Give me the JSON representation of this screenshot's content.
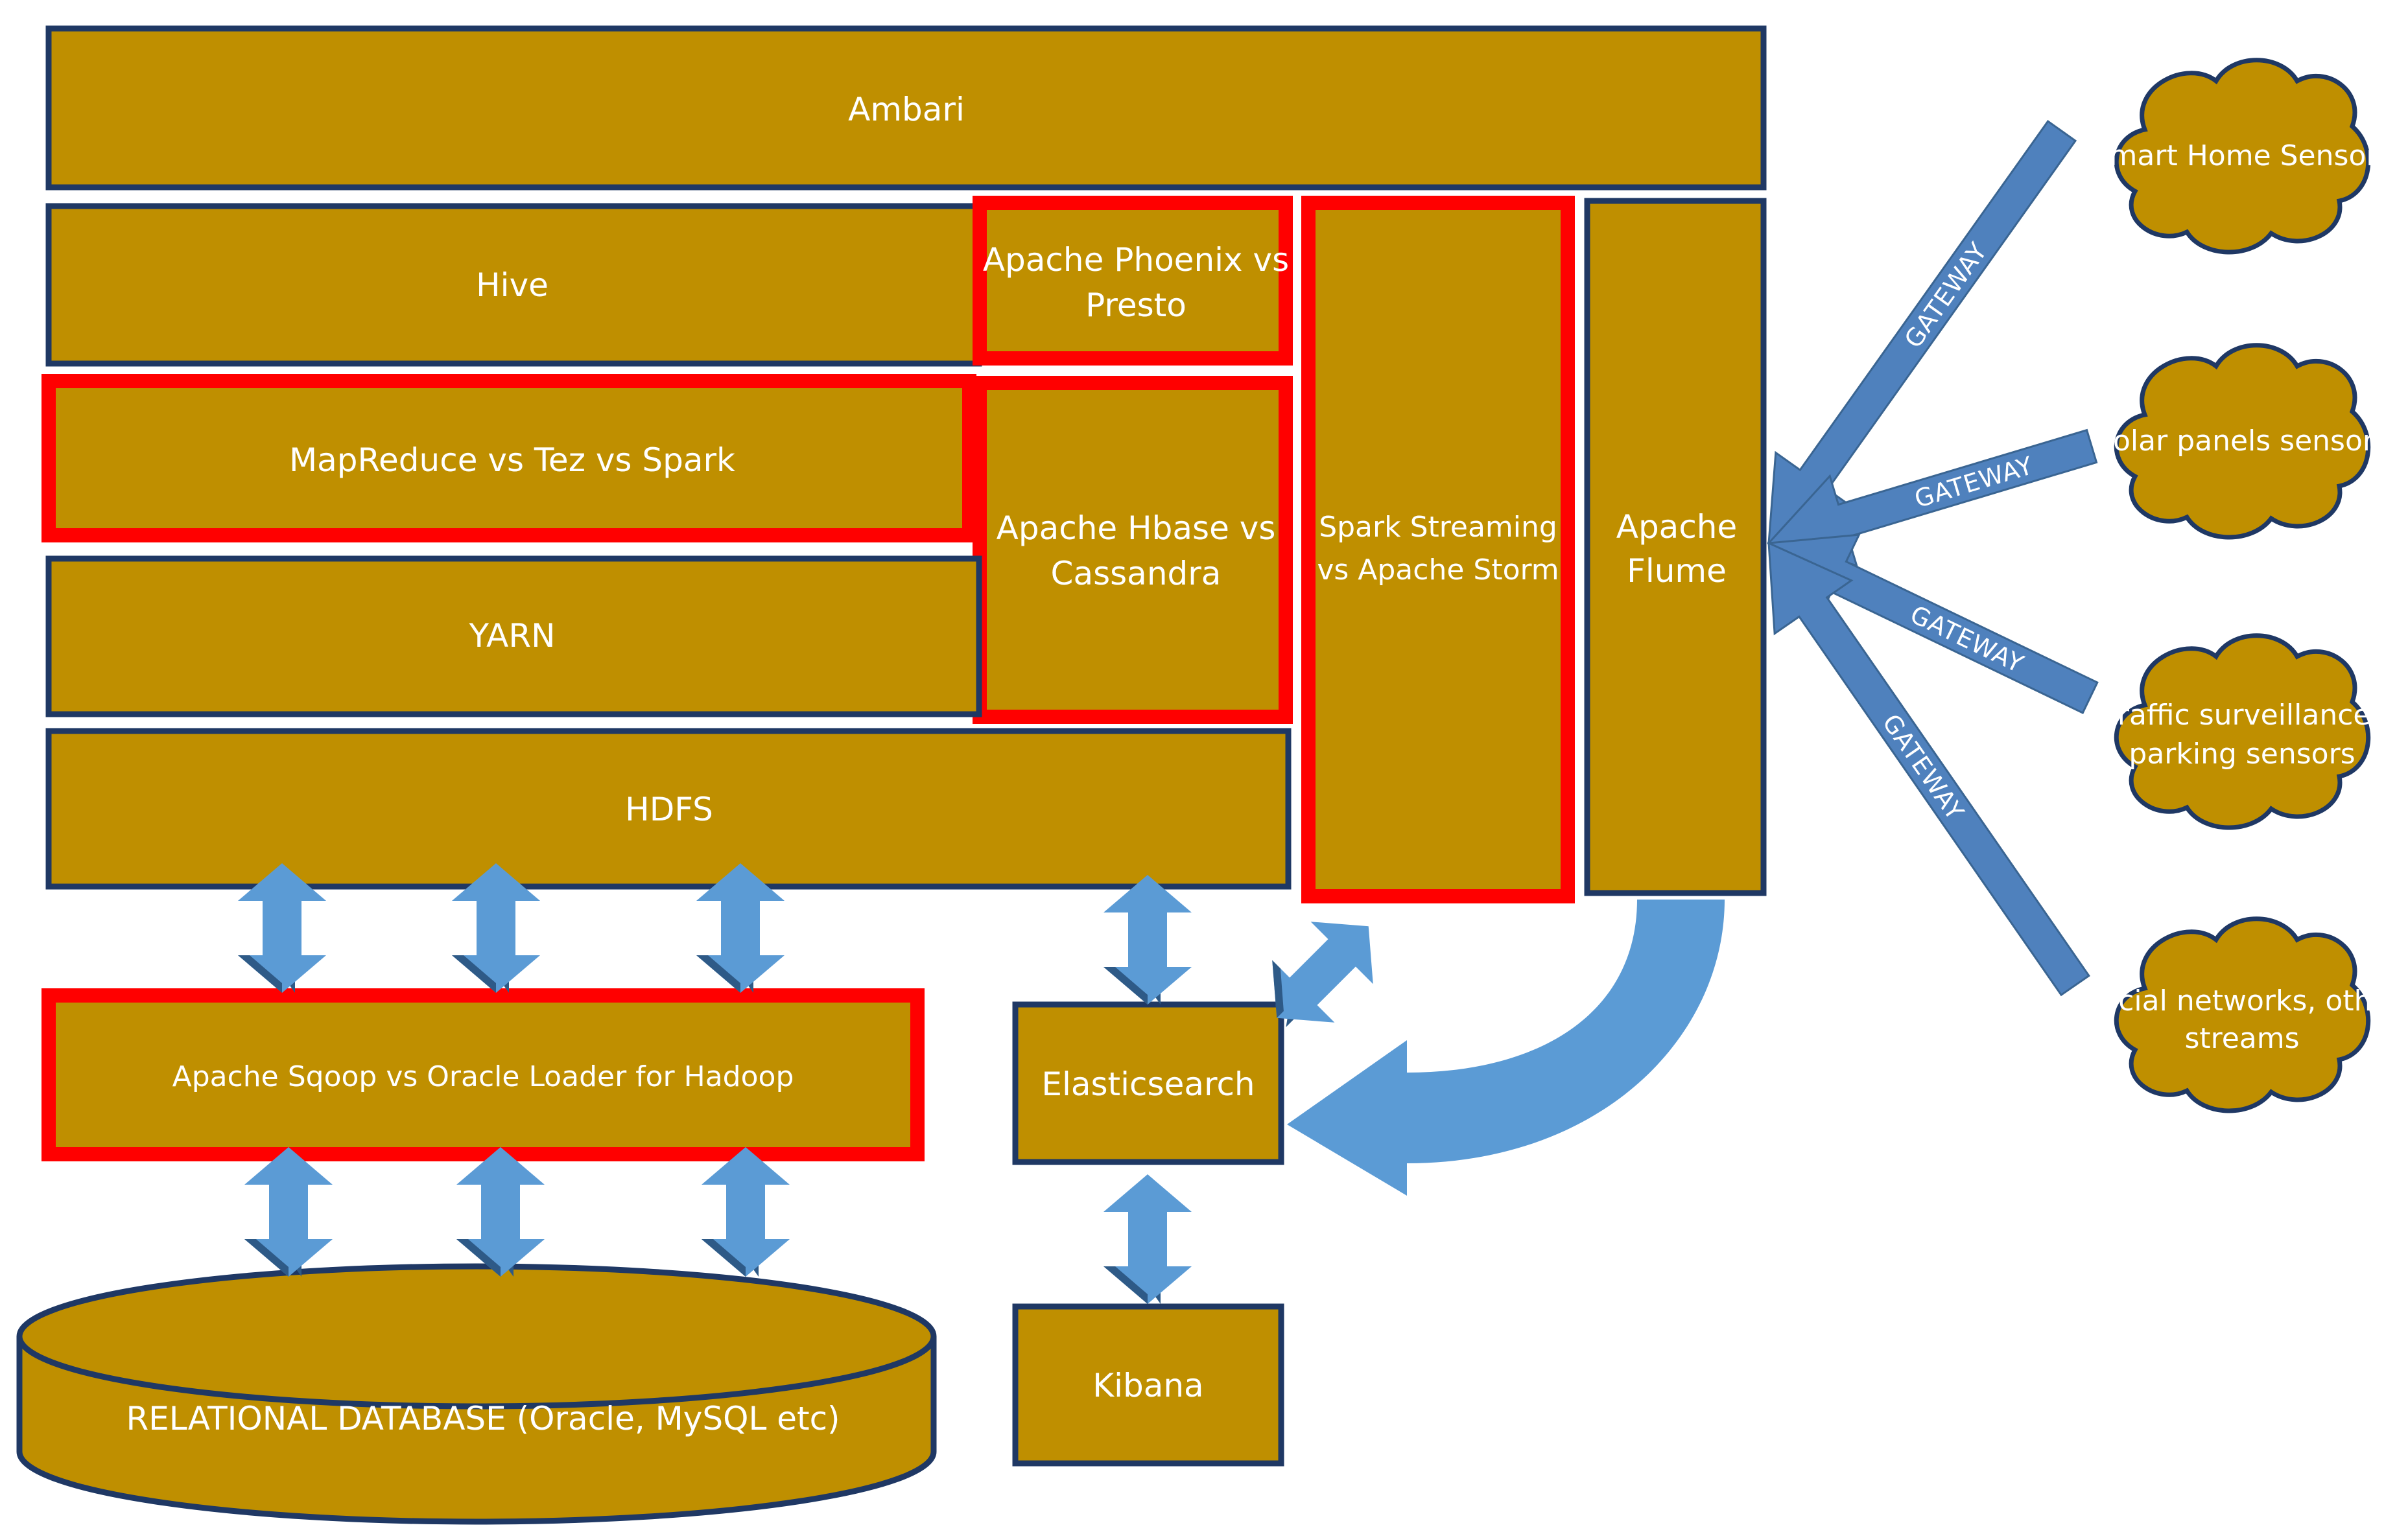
{
  "components": {
    "ambari": "Ambari",
    "hive": "Hive",
    "phoenix_presto": [
      "Apache Phoenix vs",
      "Presto"
    ],
    "mapreduce_tez_spark": "MapReduce vs Tez vs Spark",
    "hbase_cassandra": [
      "Apache Hbase vs",
      "Cassandra"
    ],
    "yarn": "YARN",
    "hdfs": "HDFS",
    "spark_storm": [
      "Spark Streaming",
      "vs Apache Storm"
    ],
    "flume": [
      "Apache",
      "Flume"
    ],
    "sqoop_oracle_loader": "Apache Sqoop vs Oracle Loader for Hadoop",
    "elasticsearch": "Elasticsearch",
    "kibana": "Kibana",
    "relational_db": "RELATIONAL DATABASE (Oracle, MySQL etc)"
  },
  "sources": {
    "smart_home": [
      "Smart Home Sensors"
    ],
    "solar": [
      "Solar panels sensors"
    ],
    "traffic": [
      "Traffic surveillance,",
      "parking sensors"
    ],
    "social": [
      "Social networks, other",
      "streams"
    ]
  },
  "gateway_label": "GATEWAY",
  "colors": {
    "component_fill": "#bf8f00",
    "component_border": "#1f3864",
    "highlight_border": "#ff0000",
    "arrow_fill": "#5b9bd5",
    "arrow_shadow": "#2e5a87",
    "gateway_fill": "#4f81bd"
  }
}
